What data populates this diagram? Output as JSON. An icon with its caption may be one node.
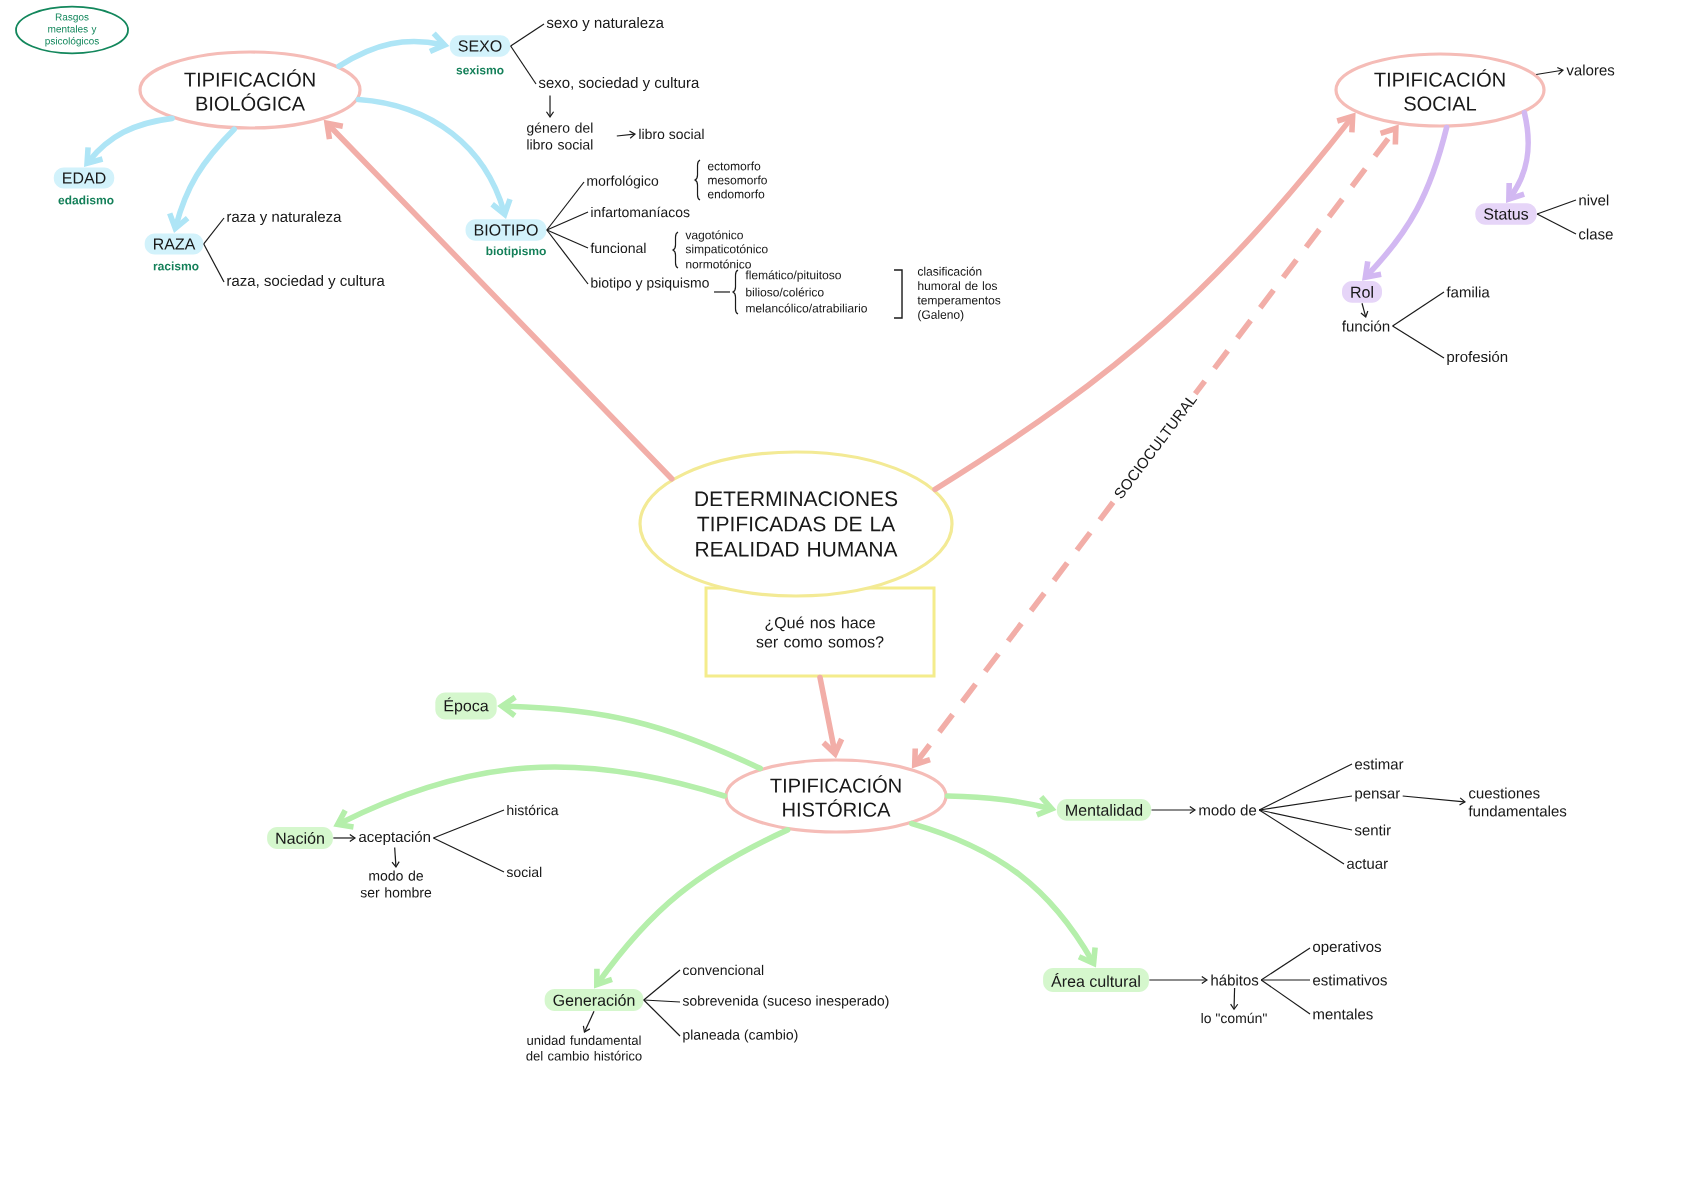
{
  "diagram": {
    "nodes": [
      {
        "text": [
          "Rasgos mentales y psicológicos"
        ]
      },
      {
        "text": [
          "TIPIFICACIÓN BIOLÓGICA"
        ]
      },
      {
        "text": [
          "SEXO"
        ],
        "beside": [
          "sexismo"
        ]
      },
      {
        "text": [
          "sexo y naturaleza"
        ]
      },
      {
        "text": [
          "sexo, sociedad y cultura"
        ]
      },
      {
        "text": [
          "género del libro social"
        ]
      },
      {
        "text": [
          "libro social"
        ]
      },
      {
        "text": [
          "EDAD"
        ],
        "beside": [
          "edadismo"
        ]
      },
      {
        "text": [
          "RAZA"
        ],
        "beside": [
          "racismo"
        ]
      },
      {
        "text": [
          "raza y naturaleza"
        ]
      },
      {
        "text": [
          "raza, sociedad y cultura"
        ]
      },
      {
        "text": [
          "BIOTIPO"
        ],
        "beside": [
          "biotipismo"
        ]
      },
      {
        "text": [
          "morfológico"
        ]
      },
      {
        "text": [
          "infartomaníacos"
        ]
      },
      {
        "text": [
          "funcional"
        ]
      },
      {
        "text": [
          "biotipo y psiquismo"
        ]
      },
      {
        "text": [
          "DETERMINACIONES TIPIFICADAS DE LA REALIDAD HUMANA"
        ]
      },
      {
        "text": [
          "¿Qué nos hace ser como somos?"
        ]
      },
      {
        "text": [
          "TIPIFICACIÓN SOCIAL"
        ]
      },
      {
        "text": [
          "valores"
        ]
      },
      {
        "text": [
          "Status"
        ]
      },
      {
        "text": [
          "nivel"
        ]
      },
      {
        "text": [
          "clase"
        ]
      },
      {
        "text": [
          "Rol"
        ]
      },
      {
        "text": [
          "función"
        ]
      },
      {
        "text": [
          "familia"
        ]
      },
      {
        "text": [
          "profesión"
        ]
      },
      {
        "text": [
          "TIPIFICACIÓN HISTÓRICA"
        ]
      },
      {
        "text": [
          "Época"
        ]
      },
      {
        "text": [
          "Nación"
        ]
      },
      {
        "text": [
          "aceptación"
        ]
      },
      {
        "text": [
          "modo de ser hombre"
        ]
      },
      {
        "text": [
          "histórica"
        ]
      },
      {
        "text": [
          "social"
        ]
      },
      {
        "text": [
          "Generación"
        ]
      },
      {
        "text": [
          "unidad fundamental del cambio histórico"
        ]
      },
      {
        "text": [
          "convencional"
        ]
      },
      {
        "text": [
          "sobrevenida (suceso inesperado)"
        ]
      },
      {
        "text": [
          "planeada (cambio)"
        ]
      },
      {
        "text": [
          "Mentalidad"
        ]
      },
      {
        "text": [
          "modo de"
        ]
      },
      {
        "text": [
          "estimar"
        ]
      },
      {
        "text": [
          "pensar"
        ]
      },
      {
        "text": [
          "sentir"
        ]
      },
      {
        "text": [
          "actuar"
        ]
      },
      {
        "text": [
          "cuestiones fundamentales"
        ]
      },
      {
        "text": [
          "Área cultural"
        ]
      },
      {
        "text": [
          "hábitos"
        ]
      },
      {
        "text": [
          "lo \"común\""
        ]
      },
      {
        "text": [
          "operativos"
        ]
      },
      {
        "text": [
          "estimativos"
        ]
      },
      {
        "text": [
          "mentales"
        ]
      }
    ],
    "edges": [
      {
        "from": 16,
        "to": 1,
        "arrow": "to",
        "style": "thick",
        "color": "#f2aea8"
      },
      {
        "from": 16,
        "to": 18,
        "arrow": "to",
        "style": "thick",
        "color": "#f2aea8"
      },
      {
        "from": 17,
        "to": 27,
        "arrow": "to",
        "style": "thick",
        "color": "#f2aea8"
      },
      {
        "from": 27,
        "to": 18,
        "arrow": "both",
        "style": "dashed",
        "color": "#f2aea8",
        "label": "SOCIOCULTURAL"
      },
      {
        "from": 1,
        "to": 2,
        "arrow": "to",
        "style": "thick",
        "color": "#aee5f6"
      },
      {
        "from": 1,
        "to": 11,
        "arrow": "to",
        "style": "thick",
        "color": "#aee5f6"
      },
      {
        "from": 1,
        "to": 7,
        "arrow": "to",
        "style": "thick",
        "color": "#aee5f6"
      },
      {
        "from": 1,
        "to": 8,
        "arrow": "to",
        "style": "thick",
        "color": "#aee5f6"
      },
      {
        "from": 2,
        "to": 3,
        "arrow": "none"
      },
      {
        "from": 2,
        "to": 4,
        "arrow": "none"
      },
      {
        "from": 4,
        "to": 5,
        "arrow": "to"
      },
      {
        "from": 5,
        "to": 6,
        "arrow": "to"
      },
      {
        "from": 8,
        "to": 9,
        "arrow": "none"
      },
      {
        "from": 8,
        "to": 10,
        "arrow": "none"
      },
      {
        "from": 11,
        "to": 12,
        "arrow": "none"
      },
      {
        "from": 11,
        "to": 13,
        "arrow": "none"
      },
      {
        "from": 11,
        "to": 14,
        "arrow": "none"
      },
      {
        "from": 11,
        "to": 15,
        "arrow": "none"
      },
      {
        "from": 18,
        "to": 19,
        "arrow": "to"
      },
      {
        "from": 18,
        "to": 20,
        "arrow": "to",
        "style": "thick",
        "color": "#d2b8f2"
      },
      {
        "from": 18,
        "to": 23,
        "arrow": "to",
        "style": "thick",
        "color": "#d2b8f2"
      },
      {
        "from": 20,
        "to": 21,
        "arrow": "none"
      },
      {
        "from": 20,
        "to": 22,
        "arrow": "none"
      },
      {
        "from": 23,
        "to": 24,
        "arrow": "to"
      },
      {
        "from": 24,
        "to": 25,
        "arrow": "none"
      },
      {
        "from": 24,
        "to": 26,
        "arrow": "none"
      },
      {
        "from": 27,
        "to": 28,
        "arrow": "to",
        "style": "thick",
        "color": "#b5efab"
      },
      {
        "from": 27,
        "to": 29,
        "arrow": "to",
        "style": "thick",
        "color": "#b5efab"
      },
      {
        "from": 27,
        "to": 34,
        "arrow": "to",
        "style": "thick",
        "color": "#b5efab"
      },
      {
        "from": 27,
        "to": 39,
        "arrow": "to",
        "style": "thick",
        "color": "#b5efab"
      },
      {
        "from": 27,
        "to": 46,
        "arrow": "to",
        "style": "thick",
        "color": "#b5efab"
      },
      {
        "from": 29,
        "to": 30,
        "arrow": "to"
      },
      {
        "from": 30,
        "to": 31,
        "arrow": "to"
      },
      {
        "from": 30,
        "to": 32,
        "arrow": "none"
      },
      {
        "from": 30,
        "to": 33,
        "arrow": "none"
      },
      {
        "from": 34,
        "to": 35,
        "arrow": "to"
      },
      {
        "from": 34,
        "to": 36,
        "arrow": "none"
      },
      {
        "from": 34,
        "to": 37,
        "arrow": "none"
      },
      {
        "from": 34,
        "to": 38,
        "arrow": "none"
      },
      {
        "from": 39,
        "to": 40,
        "arrow": "to"
      },
      {
        "from": 40,
        "to": 41,
        "arrow": "none"
      },
      {
        "from": 40,
        "to": 42,
        "arrow": "none"
      },
      {
        "from": 40,
        "to": 43,
        "arrow": "none"
      },
      {
        "from": 40,
        "to": 44,
        "arrow": "none"
      },
      {
        "from": 42,
        "to": 45,
        "arrow": "to"
      },
      {
        "from": 46,
        "to": 47,
        "arrow": "to"
      },
      {
        "from": 47,
        "to": 48,
        "arrow": "to"
      },
      {
        "from": 47,
        "to": 49,
        "arrow": "none"
      },
      {
        "from": 47,
        "to": 50,
        "arrow": "none"
      },
      {
        "from": 47,
        "to": 51,
        "arrow": "none"
      }
    ],
    "labels": [
      "ectomorfo",
      "mesomorfo",
      "endomorfo",
      "vagotónico",
      "simpaticotónico",
      "normotónico",
      "flemático/pituitoso",
      "bilioso/colérico",
      "melancólico/atrabiliario",
      "clasificación humoral de los temperamentos (Galeno)"
    ]
  }
}
